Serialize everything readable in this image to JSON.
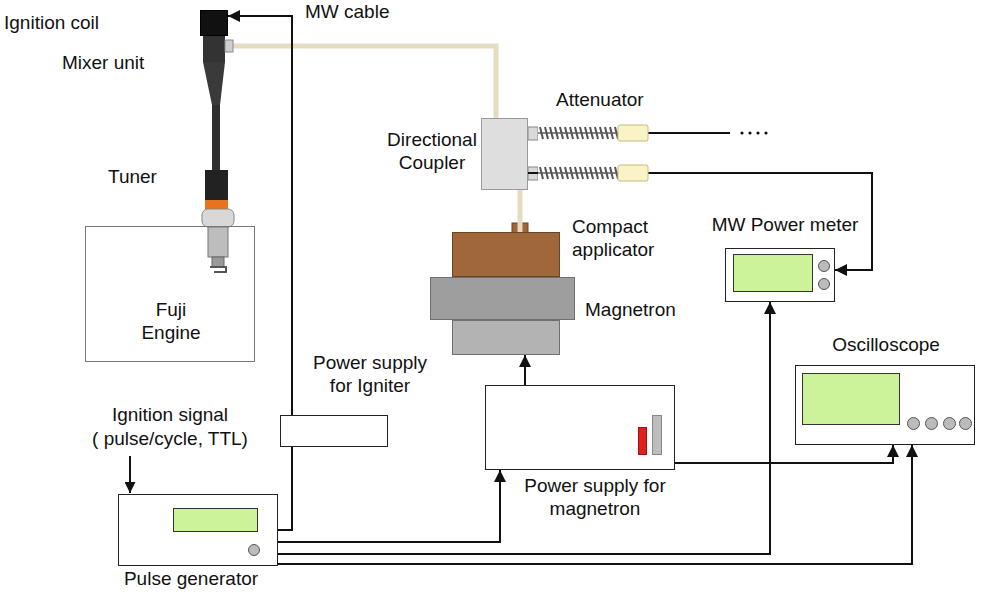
{
  "diagram": {
    "nodes": [
      {
        "text": [
          "Ignition coil"
        ]
      },
      {
        "text": [
          "Fuji Engine"
        ]
      },
      {
        "text": [
          "Directional Coupler"
        ]
      },
      {
        "text": [
          "Compact applicator"
        ]
      },
      {
        "text": [
          "MW Power meter"
        ]
      },
      {
        "text": [
          "Magnetron"
        ]
      },
      {
        "text": [
          "Power supply for Igniter"
        ]
      },
      {
        "text": [
          "Oscilloscope"
        ]
      },
      {
        "text": [
          "Power supply for magnetron"
        ]
      },
      {
        "text": [
          "Pulse generator"
        ]
      }
    ],
    "edges": [
      {
        "from": 6,
        "to": 0,
        "arrow": "to"
      },
      {
        "from": 9,
        "to": 6,
        "arrow": "none"
      },
      {
        "from": 9,
        "to": 8,
        "arrow": "to"
      },
      {
        "from": 9,
        "to": 4,
        "arrow": "to"
      },
      {
        "from": 9,
        "to": 7,
        "arrow": "to"
      },
      {
        "from": 8,
        "to": 7,
        "arrow": "to"
      },
      {
        "from": 8,
        "to": 5,
        "arrow": "to"
      },
      {
        "from": 2,
        "to": 4,
        "arrow": "to"
      },
      {
        "from": 3,
        "to": 2,
        "arrow": "none"
      }
    ],
    "labels": [
      "MW cable",
      "Mixer unit",
      "Tuner",
      "Attenuator",
      "Ignition signal",
      "( pulse/cycle, TTL)"
    ]
  }
}
